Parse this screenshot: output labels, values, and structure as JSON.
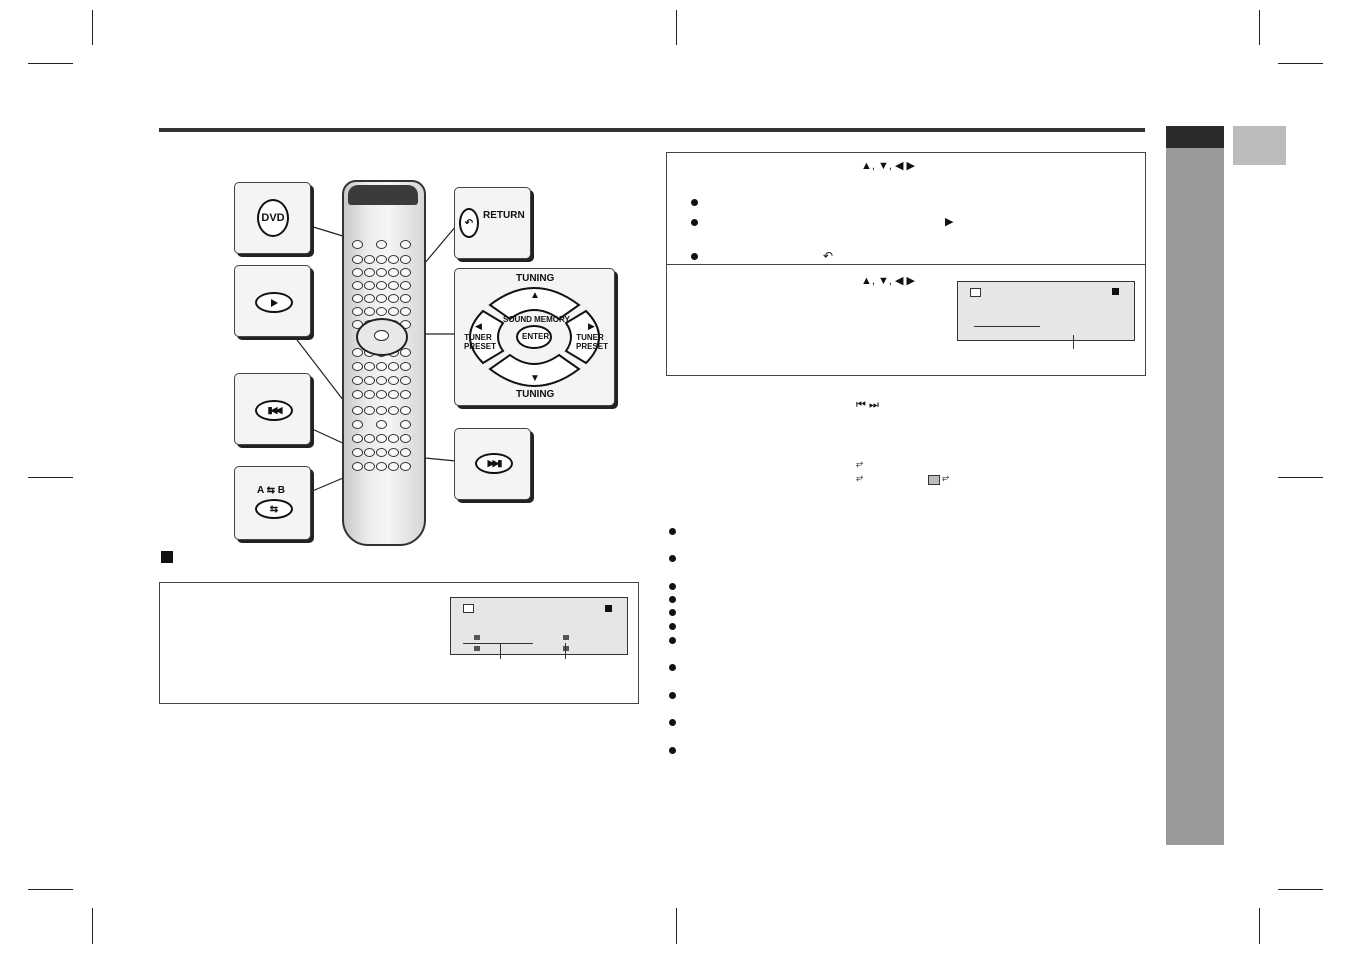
{
  "remote_buttons": {
    "dvd_label": "DVD",
    "return_label": "RETURN",
    "ab_label": "A ⇆ B",
    "play_icon": "play-icon",
    "prev_icon": "skip-back-icon",
    "next_icon": "skip-forward-icon",
    "return_icon": "return-arrow-icon"
  },
  "control_pad": {
    "tuning_top": "TUNING",
    "tuning_bottom": "TUNING",
    "sound_memory": "SOUND MEMORY",
    "enter": "ENTER",
    "tuner_preset_left": "TUNER PRESET",
    "tuner_preset_right": "TUNER PRESET",
    "up_glyph": "▲",
    "down_glyph": "▼",
    "left_glyph": "◀",
    "right_glyph": "▶"
  },
  "glyphs": {
    "arrows_line": "▲, ▼, ◀    ▶",
    "play": "▶",
    "skip": "⏮    ⏭",
    "stop": "■",
    "repeat": "⥂"
  },
  "colors": {
    "sidebar": "#9a9a9a",
    "sidebar_header": "#2b2b2b",
    "tab": "#bcbcbc"
  }
}
